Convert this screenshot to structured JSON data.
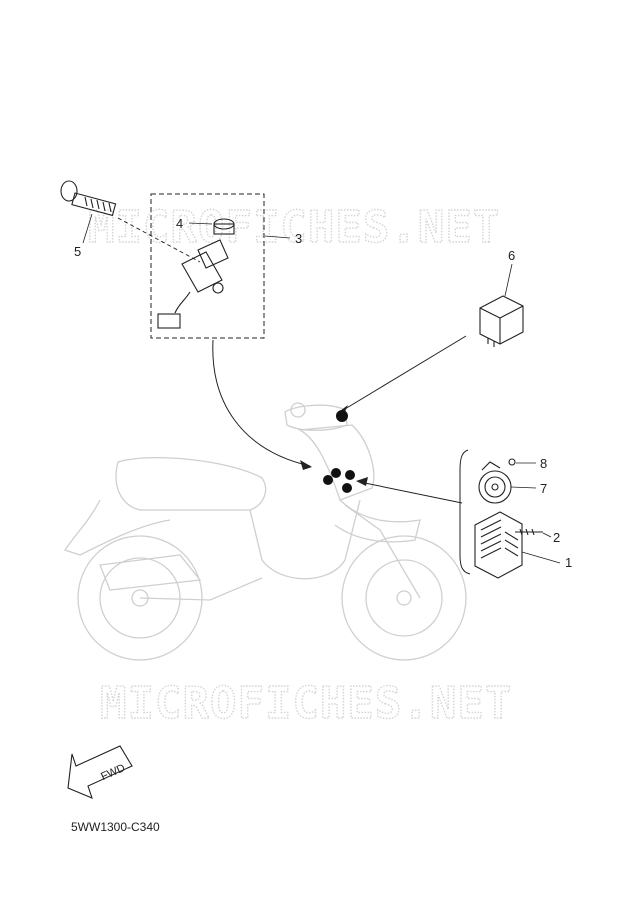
{
  "watermark": "MICROFICHES.NET",
  "fwd_label": "FWD",
  "diagram_code": "5WW1300-C340",
  "callouts": [
    "1",
    "2",
    "3",
    "4",
    "5",
    "6",
    "7",
    "8"
  ]
}
